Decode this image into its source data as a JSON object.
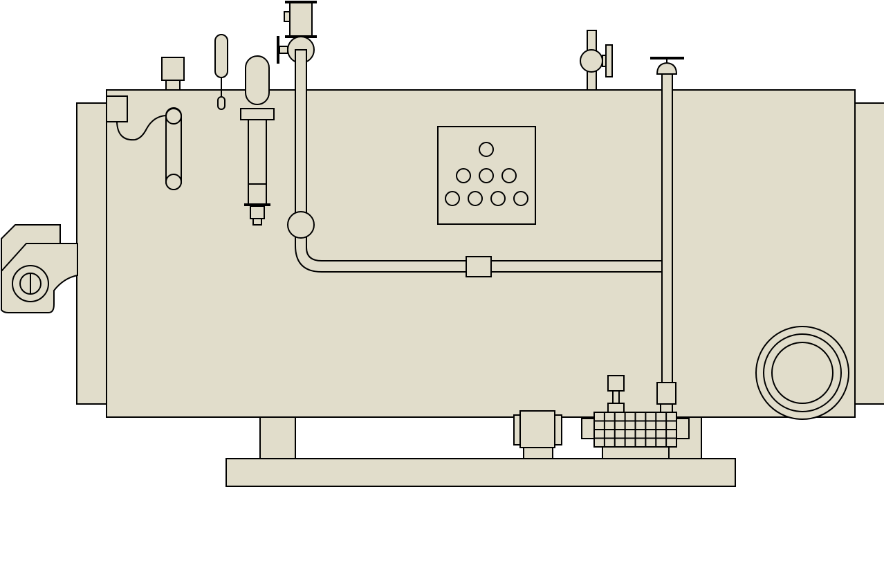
{
  "colors": {
    "body_fill": "#e1ddcb",
    "outline": "#000000",
    "background": "#ffffff"
  },
  "diagram": {
    "subject": "boiler-equipment",
    "panel_indicator_count": 8,
    "pump_grid": {
      "rows": 4,
      "cols": 8
    }
  }
}
